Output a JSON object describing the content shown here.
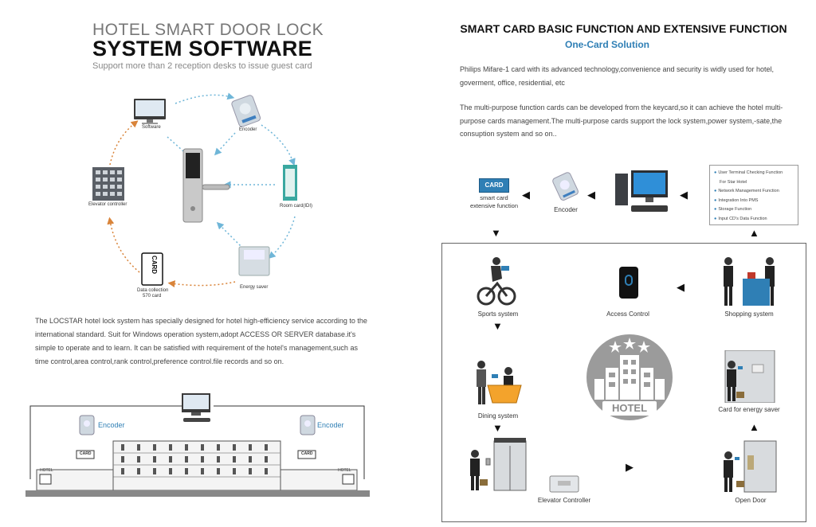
{
  "left": {
    "title_light": "HOTEL SMART DOOR LOCK",
    "title_bold": "SYSTEM SOFTWARE",
    "subtitle": "Support more than 2 reception desks to issue guest card",
    "cycle": {
      "software": "Software",
      "encoder": "Encoder",
      "room_card": "Room card(IDI)",
      "energy_saver": "Energy saver",
      "data_collection": "Data collection",
      "data_collection_2": "570 card",
      "elevator_controller": "Elevator controller",
      "card_text": "CARD"
    },
    "description": "The LOCSTAR hotel lock system has specially designed for hotel high-efficiency service according to the international standard. Suit for Windows operation system,adopt ACCESS OR SERVER database.it's simple to operate and to learn. It can be satisfied with requirement of the hotel's management,such as time control,area control,rank control,preference control.file records and so on.",
    "building": {
      "encoder_left": "Encoder",
      "encoder_right": "Encoder",
      "hotel_left": "HOTEL",
      "hotel_right": "HOTEL",
      "card_left": "CARD",
      "card_right": "CARD"
    }
  },
  "right": {
    "title": "SMART CARD BASIC FUNCTION AND EXTENSIVE FUNCTION",
    "subtitle": "One-Card Solution",
    "para1": "Philips Mifare-1 card with its advanced technology,convenience and security is widly used for hotel, goverment, office, residential, etc",
    "para2": "The multi-purpose function cards can be developed from the keycard,so it can achieve the hotel multi-purpose cards management.The multi-purpose cards support the lock system,power system,-sate,the consuption system and so on..",
    "top_flow": {
      "card_text": "CARD",
      "card_label_1": "smart card",
      "card_label_2": "extensive function",
      "encoder": "Encoder"
    },
    "functions": [
      "User Terminal Checking Function",
      "For Star Hotel",
      "Network Management Function",
      "Integration Into PMS",
      "Storage Function",
      "Input CD's Data Function"
    ],
    "systems": {
      "sports": "Sports system",
      "access": "Access Control",
      "shopping": "Shopping system",
      "dining": "Dining system",
      "energy": "Card for energy saver",
      "elevator": "Elevator Controller",
      "open_door": "Open Door",
      "hotel": "HOTEL"
    }
  },
  "colors": {
    "accent_blue": "#2f7fb5",
    "arrow_orange": "#d9843a",
    "arrow_blue": "#6fb6d8"
  }
}
